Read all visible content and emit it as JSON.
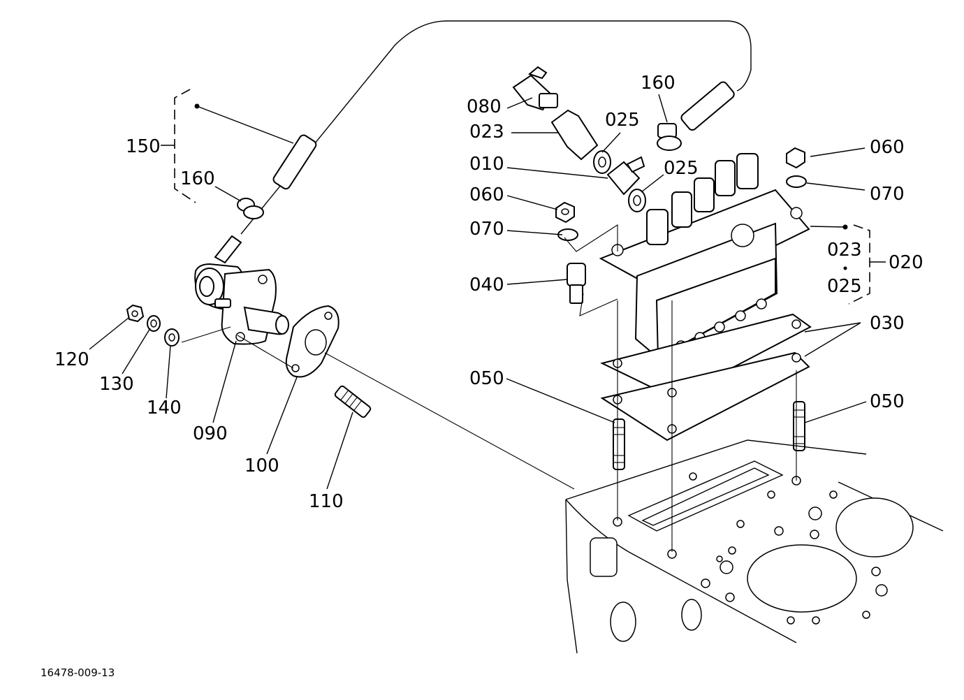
{
  "diagram": {
    "drawing_code": "16478-009-13",
    "parts": {
      "p010": "010",
      "p020": "020",
      "p023a": "023",
      "p023b": "023",
      "p025a": "025",
      "p025b": "025",
      "p025c": "025",
      "p030": "030",
      "p040": "040",
      "p050a": "050",
      "p050b": "050",
      "p060a": "060",
      "p060b": "060",
      "p070a": "070",
      "p070b": "070",
      "p080": "080",
      "p090": "090",
      "p100": "100",
      "p110": "110",
      "p120": "120",
      "p130": "130",
      "p140": "140",
      "p150": "150",
      "p160a": "160",
      "p160b": "160"
    }
  }
}
